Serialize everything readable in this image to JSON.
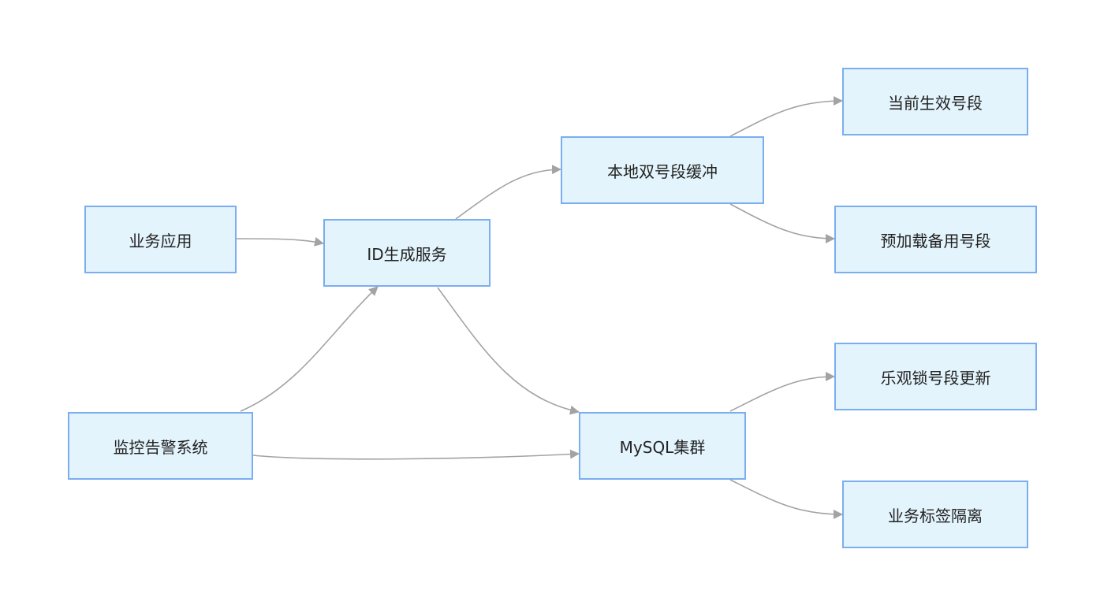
{
  "diagram": {
    "colors": {
      "node_fill": "#e3f4fc",
      "node_border": "#7aaef0",
      "edge": "#a3a3a3",
      "text": "#222222"
    },
    "nodes": {
      "biz_app": "业务应用",
      "id_service": "ID生成服务",
      "local_buffer": "本地双号段缓冲",
      "current_segment": "当前生效号段",
      "preload_segment": "预加载备用号段",
      "monitor": "监控告警系统",
      "mysql": "MySQL集群",
      "optimistic_lock": "乐观锁号段更新",
      "tag_isolation": "业务标签隔离"
    },
    "edges": [
      {
        "from": "biz_app",
        "to": "id_service"
      },
      {
        "from": "id_service",
        "to": "local_buffer"
      },
      {
        "from": "local_buffer",
        "to": "current_segment"
      },
      {
        "from": "local_buffer",
        "to": "preload_segment"
      },
      {
        "from": "id_service",
        "to": "mysql"
      },
      {
        "from": "monitor",
        "to": "id_service"
      },
      {
        "from": "monitor",
        "to": "mysql"
      },
      {
        "from": "mysql",
        "to": "optimistic_lock"
      },
      {
        "from": "mysql",
        "to": "tag_isolation"
      }
    ]
  }
}
